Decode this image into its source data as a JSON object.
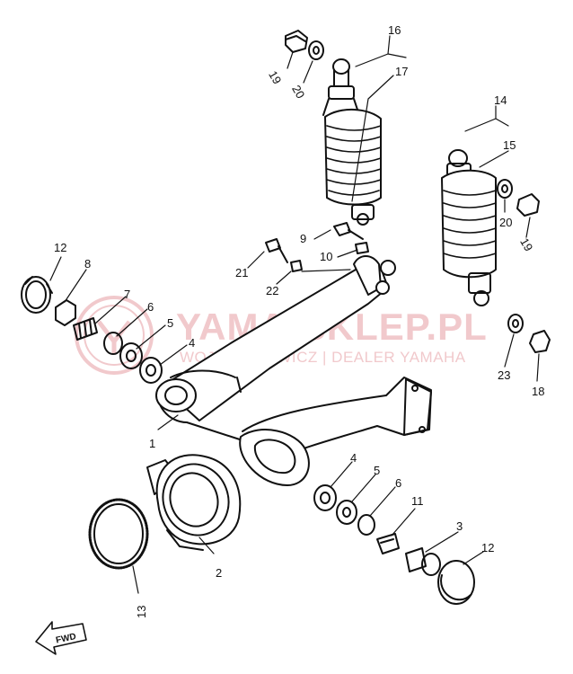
{
  "watermark": {
    "title": "YAMA-SKLEP.PL",
    "subtitle": "WOJCIECHOWICZ | DEALER YAMAHA"
  },
  "direction_arrow": "FWD",
  "part_labels": [
    "1",
    "2",
    "3",
    "4",
    "4",
    "5",
    "5",
    "6",
    "6",
    "7",
    "8",
    "9",
    "10",
    "11",
    "12",
    "12",
    "13",
    "14",
    "15",
    "16",
    "17",
    "18",
    "19",
    "19",
    "20",
    "20",
    "21",
    "22",
    "23"
  ],
  "colors": {
    "line": "#111111",
    "watermark": "#f1c9cc"
  }
}
